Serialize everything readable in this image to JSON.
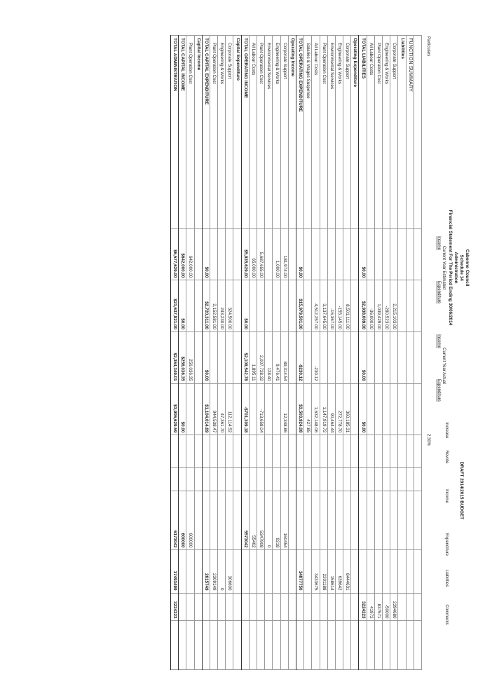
{
  "header": {
    "council": "Cabonne Council",
    "schedule": "Schedule 14",
    "department": "Administration",
    "period": "Financial Statement For The Period Ending 30/06/2014",
    "draft": "DRAFT 2014/2015 BUDGET"
  },
  "columns": {
    "particulars": "Particulars",
    "est_group": "Current Year Estimated",
    "est_income": "Income",
    "est_expenditure": "Expenditure",
    "act_group": "Current Year Actual",
    "act_income": "Income",
    "act_expenditure": "Expenditure",
    "increase": "Increase",
    "increase_value": "2.30%",
    "revote": "Revote",
    "income": "Income",
    "expenditure": "Expenditure",
    "liabilities": "Liabilities",
    "comments": "Comments"
  },
  "rows": [
    {
      "kind": "blank",
      "label": "",
      "v": [
        "",
        "",
        "",
        "",
        "",
        "",
        "",
        "",
        "",
        ""
      ]
    },
    {
      "kind": "fsum",
      "label": "FUNCTION SUMMARY",
      "v": [
        "",
        "",
        "",
        "",
        "",
        "",
        "",
        "",
        "",
        ""
      ]
    },
    {
      "kind": "sect",
      "label": "Liabilities",
      "v": [
        "",
        "",
        "",
        "",
        "",
        "",
        "",
        "",
        "",
        ""
      ]
    },
    {
      "kind": "item",
      "label": "Corporate Support",
      "v": [
        "",
        "2,215,103.00",
        "",
        "",
        "",
        "",
        "",
        "",
        "2394680",
        ""
      ]
    },
    {
      "kind": "item",
      "label": "Engineering & Works",
      "v": [
        "",
        "-280,523.00",
        "",
        "",
        "",
        "",
        "",
        "",
        "-50000",
        ""
      ]
    },
    {
      "kind": "item",
      "label": "Plant Operation Cost",
      "v": [
        "",
        "1,039,429.00",
        "",
        "",
        "",
        "",
        "",
        "",
        "837571",
        ""
      ]
    },
    {
      "kind": "item",
      "label": "All Labour Costs",
      "v": [
        "",
        "-36,000.00",
        "",
        "",
        "",
        "",
        "",
        "",
        "41972",
        ""
      ]
    },
    {
      "kind": "ttl",
      "label": "TOTAL LIABILITIES",
      "v": [
        "$0.00",
        "$2,938,009.00",
        "$0.00",
        "$0.00",
        "",
        "",
        "",
        "",
        "3224223",
        ""
      ]
    },
    {
      "kind": "sect",
      "label": "Operating Expenditure",
      "v": [
        "",
        "",
        "",
        "",
        "",
        "",
        "",
        "",
        "",
        ""
      ]
    },
    {
      "kind": "item",
      "label": "Corporate Support",
      "v": [
        "",
        "8,501,111.00",
        "",
        "360,185.31",
        "",
        "",
        "",
        "8444631",
        "",
        ""
      ]
    },
    {
      "kind": "item",
      "label": "Engineering & Works",
      "v": [
        "",
        "-155,145.00",
        "",
        "272,778.70",
        "",
        "",
        "",
        "639642",
        "",
        ""
      ]
    },
    {
      "kind": "item",
      "label": "Environmental Services",
      "v": [
        "",
        "-16,367.00",
        "",
        "90,464.44",
        "",
        "",
        "",
        "158614",
        "",
        ""
      ]
    },
    {
      "kind": "item",
      "label": "Plant Operation Cost",
      "v": [
        "",
        "3,137,645.00",
        "",
        "1,147,919.72",
        "",
        "",
        "",
        "2201188",
        "",
        ""
      ]
    },
    {
      "kind": "item",
      "label": "All Labour Costs",
      "v": [
        "",
        "4,512,257.00",
        "-230.12",
        "1,632,148.06",
        "",
        "",
        "",
        "3433675",
        "",
        ""
      ]
    },
    {
      "kind": "item",
      "label": "Salaries & Wages Suspense",
      "v": [
        "",
        "",
        "",
        "427.85",
        "",
        "",
        "",
        "",
        "",
        ""
      ]
    },
    {
      "kind": "ttl",
      "label": "TOTAL OPERATING EXPENDITURE",
      "v": [
        "$0.00",
        "$15,979,501.00",
        "-$230.12",
        "$3,503,924.08",
        "",
        "",
        "",
        "14877750",
        "",
        ""
      ]
    },
    {
      "kind": "sect",
      "label": "Operating Income",
      "v": [
        "",
        "",
        "",
        "",
        "",
        "",
        "",
        "",
        "",
        ""
      ]
    },
    {
      "kind": "item",
      "label": "Corporate Support",
      "v": [
        "181,974.00",
        "",
        "89,314.54",
        "12,348.86",
        "",
        "",
        "160454",
        "",
        "",
        ""
      ]
    },
    {
      "kind": "item",
      "label": "Engineering & Works",
      "v": [
        "1,000.00",
        "",
        "9,476.41",
        "",
        "",
        "",
        "9218",
        "",
        "",
        ""
      ]
    },
    {
      "kind": "item",
      "label": "Environmental Services",
      "v": [
        "",
        "",
        "128.40",
        "",
        "",
        "",
        "0",
        "",
        "",
        ""
      ]
    },
    {
      "kind": "item",
      "label": "Plant Operation Cost",
      "v": [
        "5,687,655.00",
        "",
        "2,007,728.32",
        "-713,658.04",
        "",
        "",
        "5347908",
        "",
        "",
        ""
      ]
    },
    {
      "kind": "item",
      "label": "All Labour Costs",
      "v": [
        "65,000.00",
        "",
        "1,895.11",
        "",
        "",
        "",
        "55462",
        "",
        "",
        ""
      ]
    },
    {
      "kind": "ttl",
      "label": "TOTAL OPERATING INCOME",
      "v": [
        "$5,935,629.00",
        "$0.00",
        "$2,108,542.78",
        "-$701,309.18",
        "",
        "",
        "5573042",
        "",
        "",
        ""
      ]
    },
    {
      "kind": "sect",
      "label": "Capital Expenditure",
      "v": [
        "",
        "",
        "",
        "",
        "",
        "",
        "",
        "",
        "",
        ""
      ]
    },
    {
      "kind": "item",
      "label": "Corporate Support",
      "v": [
        "",
        "324,500.00",
        "",
        "112,114.52",
        "",
        "",
        "",
        "306600",
        "",
        ""
      ]
    },
    {
      "kind": "item",
      "label": "Engineering & Works",
      "v": [
        "",
        "243,230.00",
        "",
        "47,361.70",
        "",
        "",
        "",
        "0",
        "",
        ""
      ]
    },
    {
      "kind": "item",
      "label": "Plant Operation Cost",
      "v": [
        "",
        "2,152,581.00",
        "",
        "944,538.47",
        "",
        "",
        "",
        "2309149",
        "",
        ""
      ]
    },
    {
      "kind": "ttl",
      "label": "TOTAL CAPITAL EXPENDITURE",
      "v": [
        "$0.00",
        "$2,720,311.00",
        "$0.00",
        "$1,104,014.69",
        "",
        "",
        "",
        "2615749",
        "",
        ""
      ]
    },
    {
      "kind": "sect",
      "label": "Capital Income",
      "v": [
        "",
        "",
        "",
        "",
        "",
        "",
        "",
        "",
        "",
        ""
      ]
    },
    {
      "kind": "item",
      "label": "Plant Operation Cost",
      "v": [
        "642,000.00",
        "",
        "256,036.35",
        "",
        "",
        "",
        "600000",
        "",
        "",
        ""
      ]
    },
    {
      "kind": "ttl",
      "label": "TOTAL CAPITAL INCOME",
      "v": [
        "$642,000.00",
        "$0.00",
        "$256,036.35",
        "$0.00",
        "",
        "",
        "600000",
        "",
        "",
        ""
      ]
    },
    {
      "kind": "gt",
      "label": "TOTAL ADMINISTRATION",
      "v": [
        "$6,577,629.00",
        "$21,637,821.00",
        "$2,364,349.01",
        "$3,906,629.59",
        "",
        "",
        "6173042",
        "17493499",
        "3224223",
        ""
      ]
    }
  ]
}
